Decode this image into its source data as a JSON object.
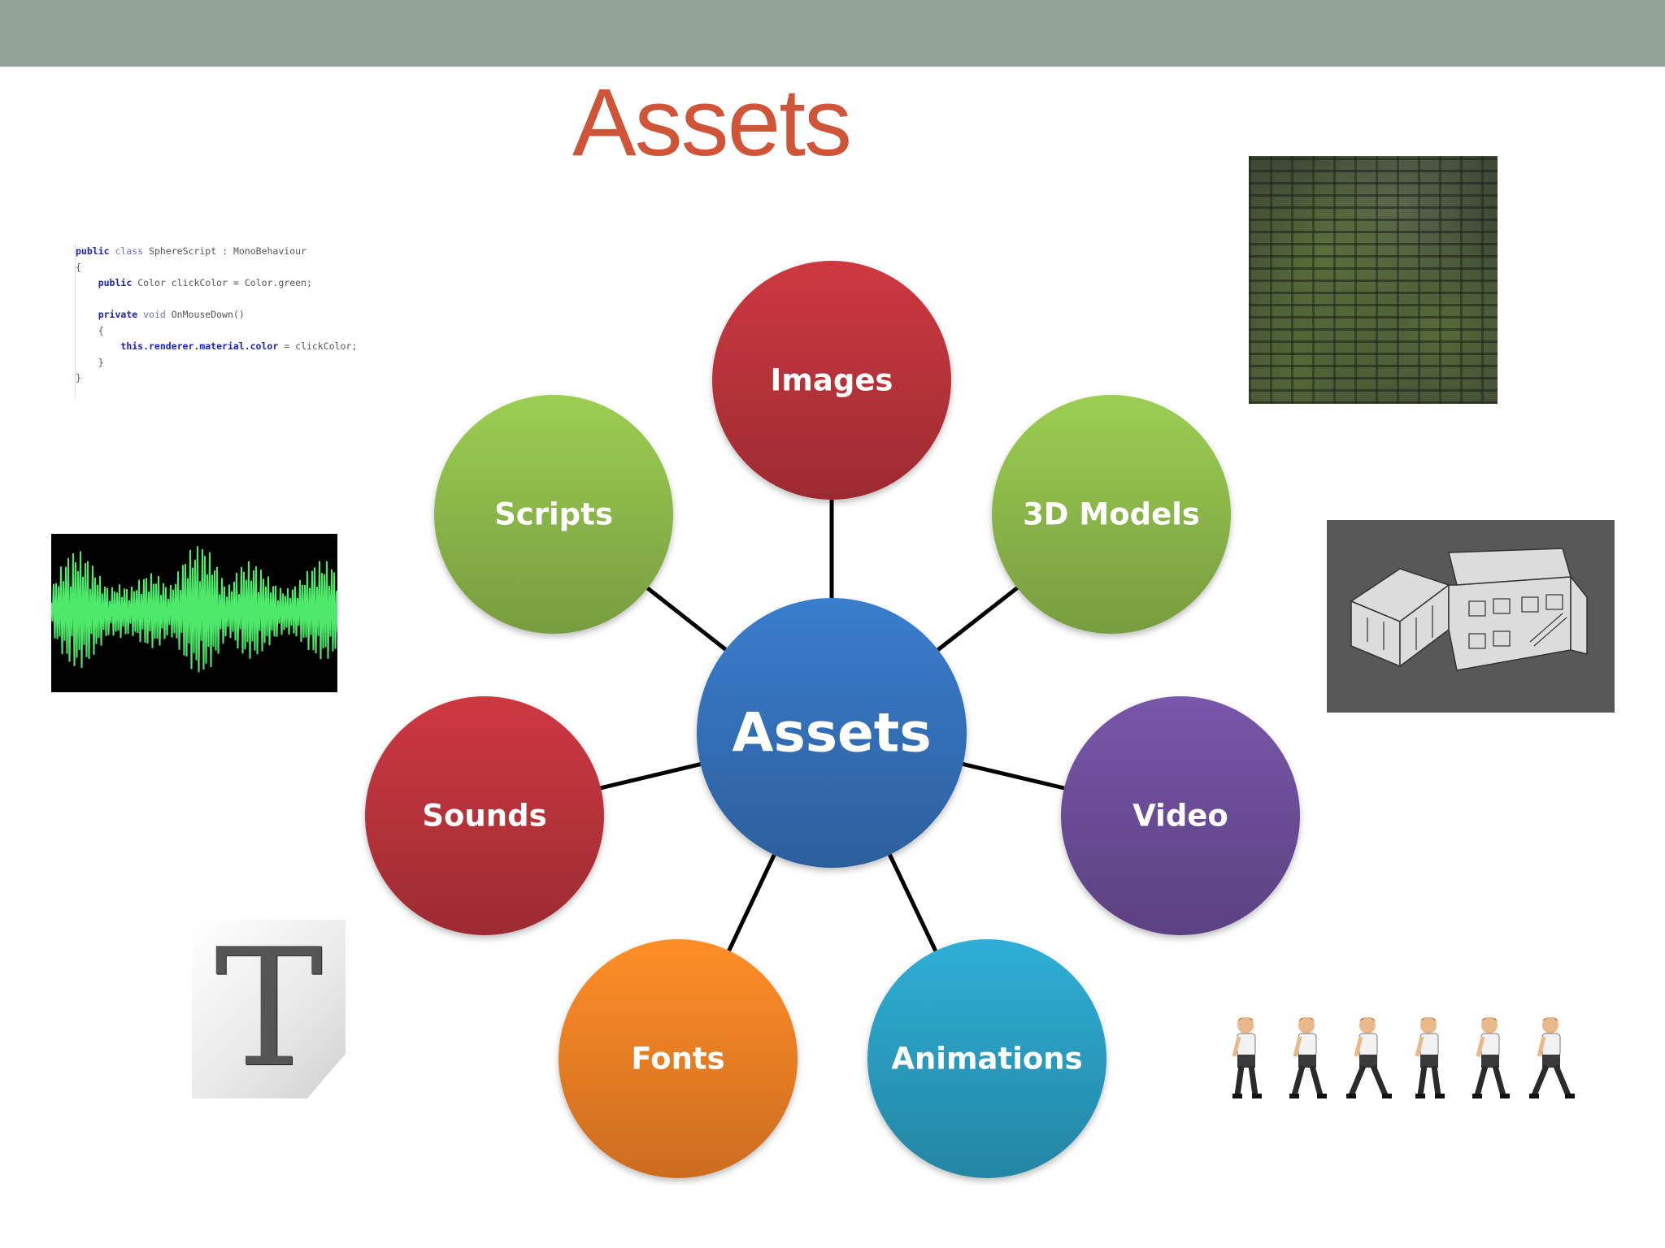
{
  "title": "Assets",
  "colors": {
    "header_bar": "#92a497",
    "title": "#cf5438",
    "red": "#b8323a",
    "green": "#8cb84a",
    "blue": "#3470b8",
    "purple": "#6b4d98",
    "orange": "#f07f24",
    "teal": "#2a9cc0",
    "connector": "#000000"
  },
  "diagram": {
    "center": {
      "label": "Assets",
      "color": "blue"
    },
    "nodes": [
      {
        "label": "Images",
        "color": "red"
      },
      {
        "label": "3D Models",
        "color": "green"
      },
      {
        "label": "Video",
        "color": "purple"
      },
      {
        "label": "Animations",
        "color": "teal"
      },
      {
        "label": "Fonts",
        "color": "orange"
      },
      {
        "label": "Sounds",
        "color": "red"
      },
      {
        "label": "Scripts",
        "color": "green"
      }
    ]
  },
  "pictures": {
    "code_lines": [
      "public class SphereScript : MonoBehaviour",
      "{",
      "    public Color clickColor = Color.green;",
      "",
      "    private void OnMouseDown()",
      "    {",
      "        this.renderer.material.color = clickColor;",
      "    }",
      "}"
    ],
    "icons": [
      "code-icon",
      "stone-texture-icon",
      "waveform-icon",
      "3d-house-model-icon",
      "font-file-icon",
      "walking-sprite-icon"
    ]
  }
}
